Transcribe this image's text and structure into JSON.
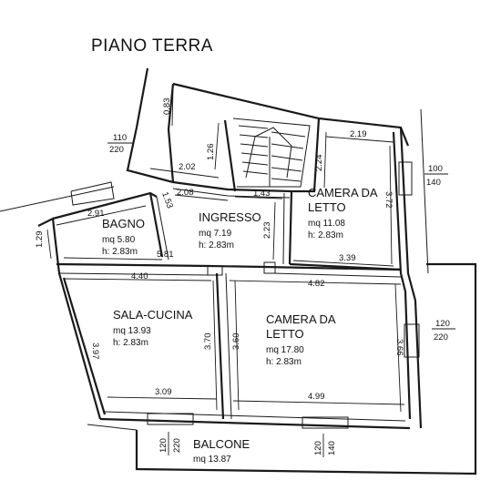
{
  "title": "PIANO TERRA",
  "rooms": [
    {
      "id": "bagno",
      "name": [
        "BAGNO"
      ],
      "area": "mq 5.80",
      "height": "h: 2.83m"
    },
    {
      "id": "ingresso",
      "name": [
        "INGRESSO"
      ],
      "area": "mq 7.19",
      "height": "h: 2.83m"
    },
    {
      "id": "camera1",
      "name": [
        "CAMERA DA",
        "LETTO"
      ],
      "area": "mq 11.08",
      "height": "h: 2.83m"
    },
    {
      "id": "sala",
      "name": [
        "SALA-CUCINA"
      ],
      "area": "mq 13.93",
      "height": "h: 2.83m"
    },
    {
      "id": "camera2",
      "name": [
        "CAMERA DA",
        "LETTO"
      ],
      "area": "mq 17.80",
      "height": "h: 2.83m"
    },
    {
      "id": "balcone",
      "name": [
        "BALCONE"
      ],
      "area": "mq 13.87",
      "height": ""
    }
  ],
  "dimensions": {
    "d083": "0.83",
    "d110": "110",
    "d220a": "220",
    "d126": "1.26",
    "d202": "2.02",
    "d219": "2.19",
    "d224": "2.24",
    "d100": "100",
    "d140a": "140",
    "d291": "2.91",
    "d153": "1.53",
    "d208": "2.08",
    "d143": "1.43",
    "d372": "3.72",
    "d129": "1.29",
    "d223": "2.23",
    "d581": "5.81",
    "d339": "3.39",
    "d440": "4.40",
    "d482": "4.82",
    "d397": "3.97",
    "d370": "3.70",
    "d360": "3.60",
    "d366": "3.66",
    "d120a": "120",
    "d220b": "220",
    "d309": "3.09",
    "d499": "4.99",
    "d120b": "120",
    "d220c": "220",
    "d120c": "120",
    "d140b": "140"
  }
}
